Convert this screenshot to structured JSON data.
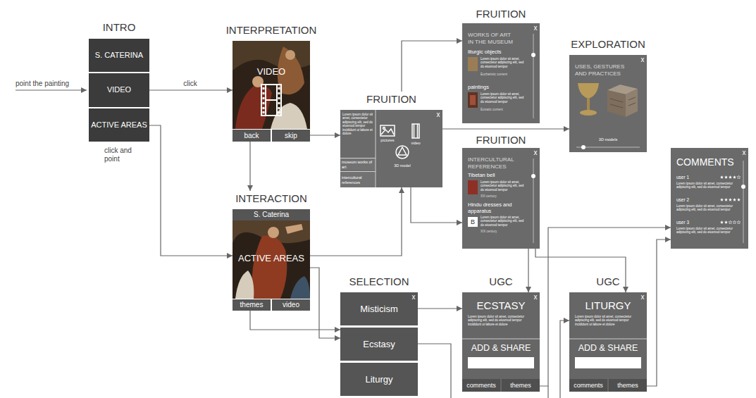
{
  "diagram": {
    "nodes": [
      {
        "text": [
          "INTRO"
        ]
      },
      {
        "text": [
          "S. CATERINA"
        ],
        "in": 0
      },
      {
        "text": [
          "VIDEO"
        ],
        "in": 0
      },
      {
        "text": [
          "ACTIVE AREAS"
        ],
        "in": 0
      },
      {
        "text": [
          "INTERPRETATION",
          "VIDEO"
        ]
      },
      {
        "text": [
          "back"
        ],
        "in": 4
      },
      {
        "text": [
          "skip"
        ],
        "in": 4
      },
      {
        "text": [
          "INTERACTION",
          "ACTIVE AREAS"
        ]
      },
      {
        "text": [
          "S. Caterina"
        ],
        "in": 7
      },
      {
        "text": [
          "themes"
        ],
        "in": 7
      },
      {
        "text": [
          "video"
        ],
        "in": 7
      },
      {
        "text": [
          "FRUITION",
          "x",
          "Lorem ipsum dolor sit amet, consectetur adipiscing elit, sed do eiusmod tempor incididunt ut labore et dolore",
          "pictures",
          "video",
          "3D model"
        ]
      },
      {
        "text": [
          "museum works of art"
        ],
        "in": 11
      },
      {
        "text": [
          "intercultural references"
        ],
        "in": 11
      },
      {
        "text": [
          "FRUITION",
          "x",
          "WORKS OF ART IN THE MUSEUM",
          "liturgic objects",
          "Lorem ipsum dolor sit amet, consectetur adipiscing elit, sed do eiusmod tempor",
          "Eucharistic content",
          "paintings",
          "Lorem ipsum dolor sit amet, consectetur adipiscing elit, sed do eiusmod tempor",
          "Ecstatic content"
        ]
      },
      {
        "text": [
          "EXPLORATION",
          "x",
          "USES, GESTURES AND PRACTICES",
          "3D models"
        ]
      },
      {
        "text": [
          "FRUITION",
          "x",
          "INTERCULTURAL REFERENCES",
          "Tibetan bell",
          "Lorem ipsum dolor sit amet, consectetur adipiscing elit, sed do eiusmod tempor",
          "XIII century",
          "Hindu dresses and apparatus",
          "B",
          "Lorem ipsum dolor sit amet, consectetur adipiscing elit, sed do eiusmod tempor",
          "XIX century"
        ]
      },
      {
        "text": [
          "x",
          "COMMENTS",
          "user 1",
          "Lorem ipsum dolor sit amet, consectetur adipiscing elit, sed do eiusmod tempor",
          "user 2",
          "Lorem ipsum dolor sit amet, consectetur adipiscing elit, sed do eiusmod tempor",
          "user 3",
          "Lorem ipsum dolor sit amet, consectetur adipiscing elit, sed do eiusmod tempor"
        ]
      },
      {
        "text": [
          "SELECTION"
        ]
      },
      {
        "text": [
          "Misticism",
          "x"
        ],
        "in": 18
      },
      {
        "text": [
          "Ecstasy"
        ],
        "in": 18
      },
      {
        "text": [
          "Liturgy"
        ],
        "in": 18
      },
      {
        "text": [
          "UGC",
          "x",
          "ECSTASY",
          "Lorem ipsum dolor sit amet, consectetur adipiscing elit, sed do eiusmod tempor incididunt ut labore et dolore",
          "ADD & SHARE"
        ]
      },
      {
        "text": [
          "comments"
        ],
        "in": 22
      },
      {
        "text": [
          "themes"
        ],
        "in": 22
      },
      {
        "text": [
          "UGC",
          "x",
          "LITURGY",
          "Lorem ipsum dolor sit amet, consectetur adipiscing elit, sed do eiusmod tempor incididunt ut labore et dolore",
          "ADD & SHARE"
        ]
      },
      {
        "text": [
          "comments"
        ],
        "in": 25
      },
      {
        "text": [
          "themes"
        ],
        "in": 25
      }
    ],
    "edges": [
      {
        "from": 2,
        "to": 4,
        "arrow": "to",
        "label": "click"
      },
      {
        "from": 3,
        "to": 7,
        "arrow": "to",
        "label": "click and point"
      },
      {
        "from": 4,
        "to": 7,
        "arrow": "to"
      },
      {
        "from": 4,
        "to": 11,
        "arrow": "to"
      },
      {
        "from": 7,
        "to": 11,
        "arrow": "to"
      },
      {
        "from": 7,
        "to": 20,
        "arrow": "to"
      },
      {
        "from": 9,
        "to": 20,
        "arrow": "to"
      },
      {
        "from": 11,
        "to": 14,
        "arrow": "to"
      },
      {
        "from": 11,
        "to": 15,
        "arrow": "to"
      },
      {
        "from": 11,
        "to": 16,
        "arrow": "to"
      },
      {
        "from": 19,
        "to": 22,
        "arrow": "to"
      },
      {
        "from": 16,
        "to": 22,
        "arrow": "to"
      },
      {
        "from": 16,
        "to": 25,
        "arrow": "to"
      },
      {
        "from": 22,
        "to": 17,
        "arrow": "to"
      },
      {
        "from": 25,
        "to": 17,
        "arrow": "to"
      }
    ],
    "labels": [
      "point the painting"
    ]
  }
}
